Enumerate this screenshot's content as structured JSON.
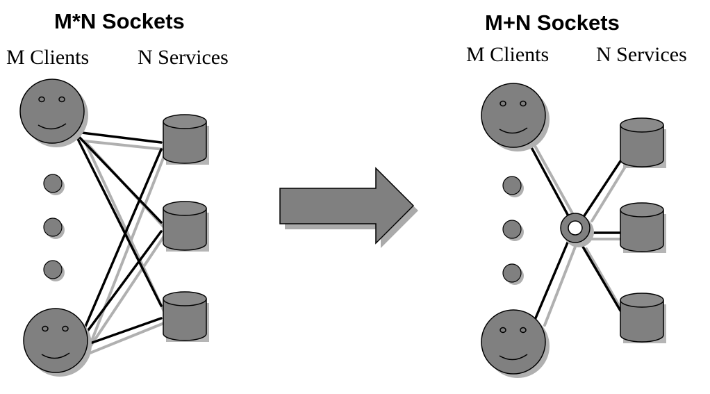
{
  "left_panel": {
    "title": "M*N Sockets",
    "clients_label": "M Clients",
    "services_label": "N Services"
  },
  "right_panel": {
    "title": "M+N Sockets",
    "clients_label": "M Clients",
    "services_label": "N Services"
  },
  "colors": {
    "node_fill": "#808080",
    "shadow": "#aaaaaa",
    "line": "#000000",
    "line_shadow": "#b0b0b0"
  }
}
